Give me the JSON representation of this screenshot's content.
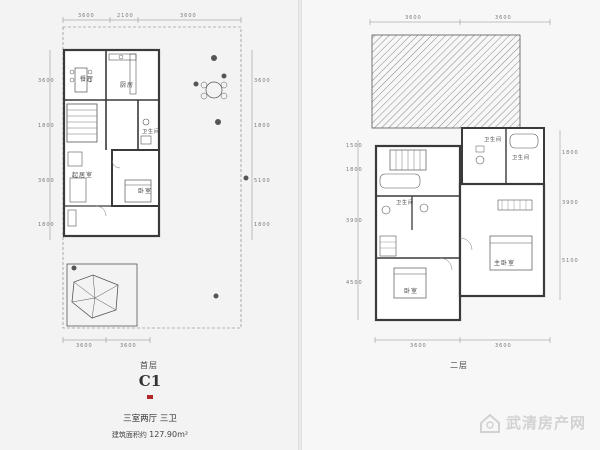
{
  "ground_floor": {
    "label": "首层",
    "dims_top": [
      "3600",
      "2100",
      "3600"
    ],
    "dims_bottom": [
      "3600",
      "3600"
    ],
    "dims_left": [
      "3600",
      "1800",
      "3600",
      "1800"
    ],
    "dims_right": [
      "3600",
      "1800",
      "5100",
      "1800"
    ],
    "rooms": {
      "dining": "餐厅",
      "kitchen": "厨房",
      "bathroom": "卫生间",
      "living": "起居室",
      "bedroom": "卧室"
    }
  },
  "second_floor": {
    "label": "二层",
    "dims_top": [
      "3600",
      "3600"
    ],
    "dims_bottom": [
      "3600",
      "3600"
    ],
    "dims_left": [
      "1500",
      "1800",
      "3900",
      "4500"
    ],
    "dims_right": [
      "1800",
      "3900",
      "5100"
    ],
    "rooms": {
      "bathroom_a": "卫生间",
      "bathroom_b": "卫生间",
      "bathroom_c": "卫生间",
      "bedroom": "卧室",
      "master_bedroom": "主卧室"
    }
  },
  "unit": {
    "code": "C1",
    "layout": "三室两厅 三卫",
    "area_label": "建筑面积约",
    "area_value": "127.90m²"
  },
  "watermark": {
    "brand": "武清房产网"
  },
  "colors": {
    "wall": "#3a3a3a",
    "accent": "#b3262b",
    "plant": "#555555",
    "hatch": "#6a6a6a"
  }
}
